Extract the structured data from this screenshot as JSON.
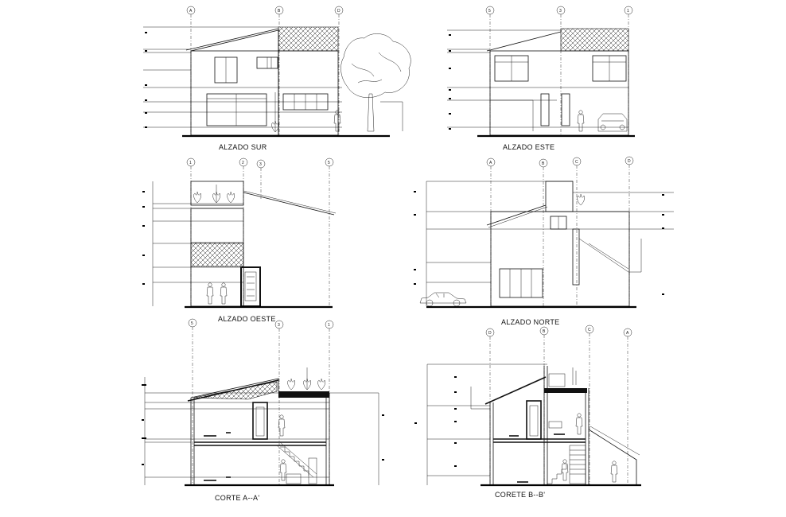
{
  "drawing": {
    "views": [
      {
        "id": "alzado-sur",
        "title": "ALZADO SUR",
        "axes": [
          "A",
          "B",
          "D"
        ]
      },
      {
        "id": "alzado-este",
        "title": "ALZADO ESTE",
        "axes": [
          "5",
          "3",
          "1"
        ]
      },
      {
        "id": "alzado-oeste",
        "title": "ALZADO OESTE",
        "axes": [
          "1",
          "2",
          "3",
          "5"
        ]
      },
      {
        "id": "alzado-norte",
        "title": "ALZADO NORTE",
        "axes": [
          "A",
          "B",
          "C",
          "D"
        ]
      },
      {
        "id": "corte-a",
        "title": "CORTE A--A'",
        "axes": [
          "5",
          "3",
          "1"
        ]
      },
      {
        "id": "corte-b",
        "title": "CORETE  B--B'",
        "axes": [
          "D",
          "B",
          "C",
          "A"
        ]
      }
    ]
  }
}
